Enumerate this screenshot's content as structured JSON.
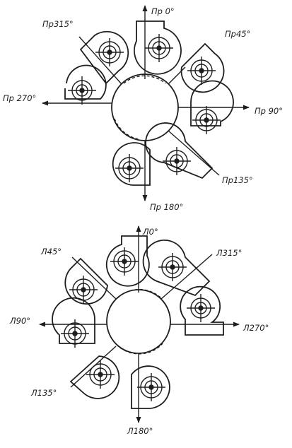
{
  "diagrams": [
    {
      "id": "right-rotation",
      "labels": {
        "a0": "Пр 0°",
        "a45": "Пр45°",
        "a90": "Пр 90°",
        "a135": "Пр135°",
        "a180": "Пр 180°",
        "a270": "Пр 270°",
        "a315": "Пр315°"
      }
    },
    {
      "id": "left-rotation",
      "labels": {
        "a0": "Л0°",
        "a45": "Л45°",
        "a90": "Л90°",
        "a135": "Л135°",
        "a180": "Л180°",
        "a270": "Л270°",
        "a315": "Л315°"
      }
    }
  ],
  "colors": {
    "ink": "#1e1e1e",
    "paper": "#ffffff"
  }
}
